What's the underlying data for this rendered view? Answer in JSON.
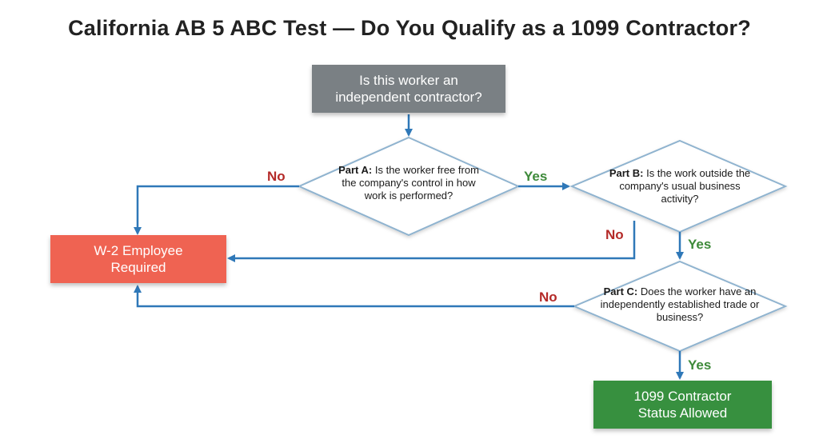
{
  "title": "California AB 5 ABC Test — Do You Qualify as a 1099 Contractor?",
  "start": {
    "text": "Is this worker an\nindependent contractor?"
  },
  "part_a": {
    "label": "Part A:",
    "text": "Is the worker free from the company's control in how work is performed?"
  },
  "part_b": {
    "label": "Part B:",
    "text": "Is the work outside the company's usual business activity?"
  },
  "part_c": {
    "label": "Part C:",
    "text": "Does the worker have an independently established trade or business?"
  },
  "employee": {
    "text": "W-2 Employee\nRequired"
  },
  "contractor": {
    "text": "1099 Contractor\nStatus Allowed"
  },
  "labels": {
    "yes": "Yes",
    "no": "No"
  },
  "colors": {
    "start_box": "#7a8084",
    "employee_box": "#ef6352",
    "contractor_box": "#37903f",
    "arrow": "#2f78b8",
    "diamond_stroke": "#8fb3cf",
    "yes": "#3e8a3a",
    "no": "#b42a28"
  }
}
